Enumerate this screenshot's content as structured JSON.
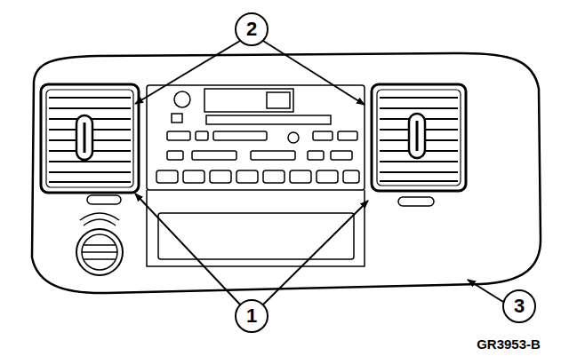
{
  "diagram": {
    "labels": [
      "2",
      "1",
      "3",
      "GR3953-B"
    ]
  }
}
